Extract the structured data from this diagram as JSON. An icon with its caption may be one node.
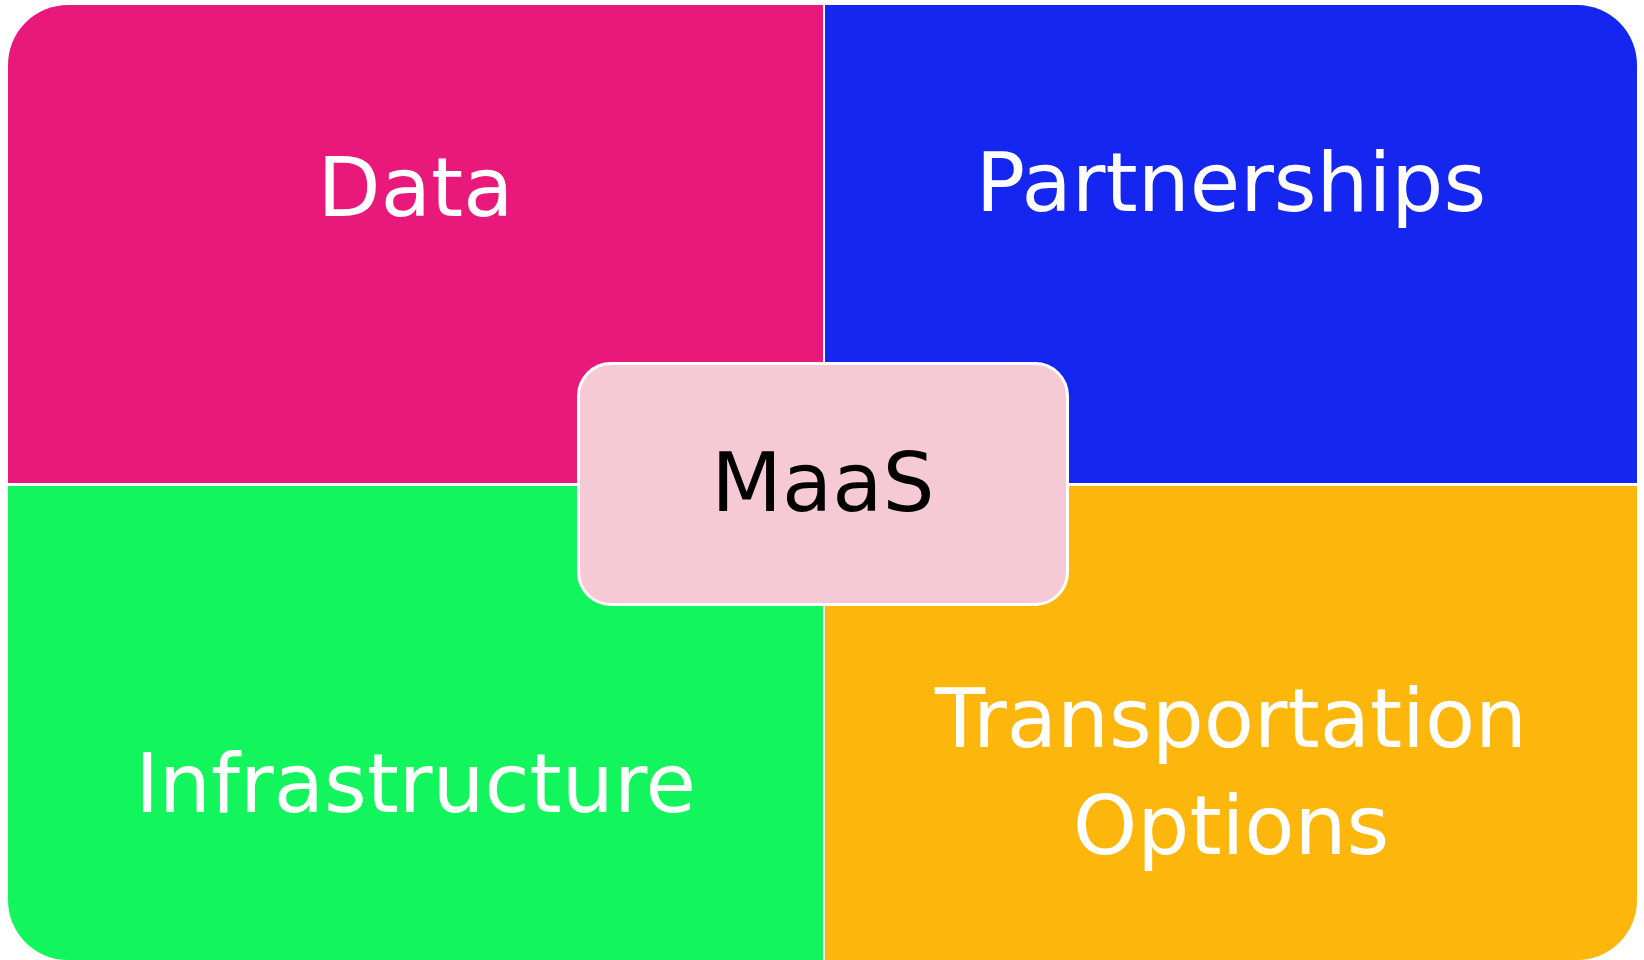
{
  "diagram": {
    "nodes": [
      {
        "text": [
          "Data"
        ]
      },
      {
        "text": [
          "Partnerships"
        ]
      },
      {
        "text": [
          "Infrastructure"
        ]
      },
      {
        "text": [
          "Transportation Options"
        ]
      },
      {
        "text": [
          "MaaS"
        ]
      }
    ]
  }
}
